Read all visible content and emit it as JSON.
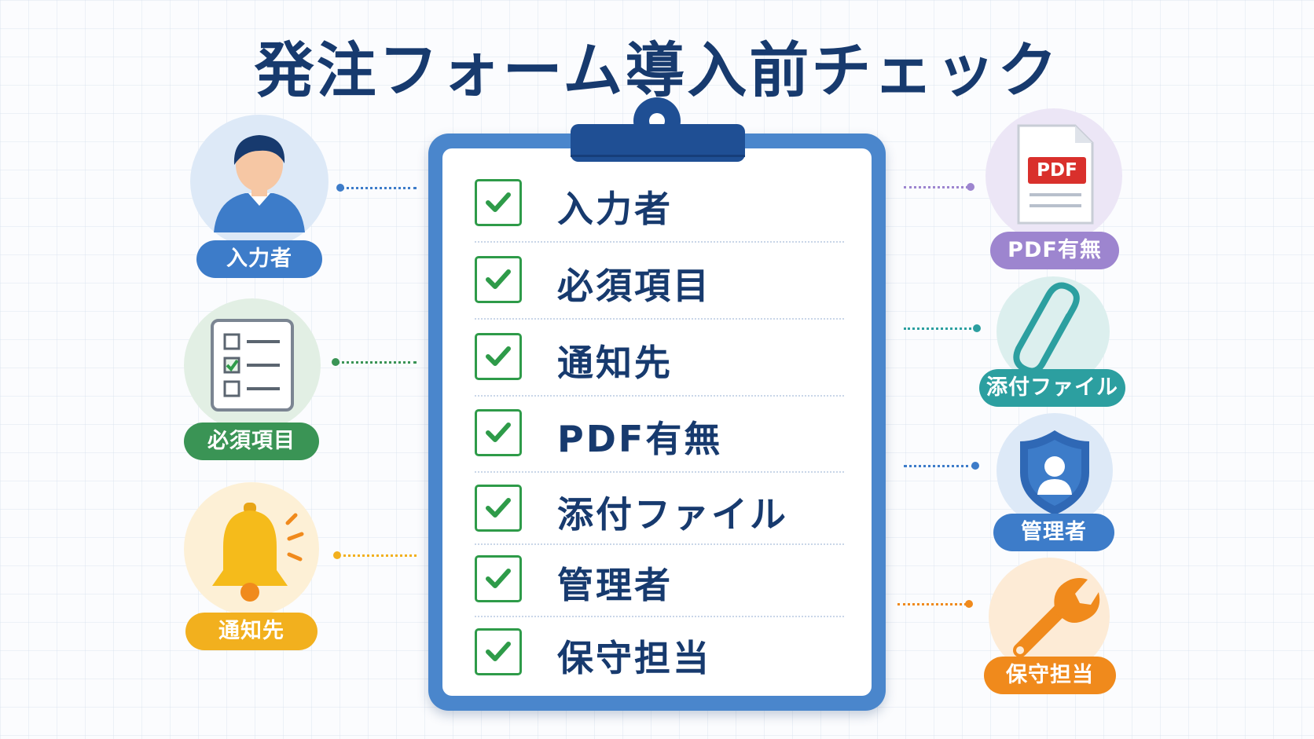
{
  "title": "発注フォーム導入前チェック",
  "checklist": [
    {
      "label": "入力者",
      "checked": true
    },
    {
      "label": "必須項目",
      "checked": true
    },
    {
      "label": "通知先",
      "checked": true
    },
    {
      "label": "PDF有無",
      "checked": true
    },
    {
      "label": "添付ファイル",
      "checked": true
    },
    {
      "label": "管理者",
      "checked": true
    },
    {
      "label": "保守担当",
      "checked": true
    }
  ],
  "left_items": [
    {
      "label": "入力者",
      "icon": "user-icon",
      "color": "#3d7cc9"
    },
    {
      "label": "必須項目",
      "icon": "checklist-icon",
      "color": "#3a9455"
    },
    {
      "label": "通知先",
      "icon": "bell-icon",
      "color": "#f2b01e"
    }
  ],
  "right_items": [
    {
      "label": "PDF有無",
      "icon": "pdf-document-icon",
      "color": "#9d85cf"
    },
    {
      "label": "添付ファイル",
      "icon": "paperclip-icon",
      "color": "#2c9fa0"
    },
    {
      "label": "管理者",
      "icon": "shield-user-icon",
      "color": "#3d7cc9"
    },
    {
      "label": "保守担当",
      "icon": "wrench-icon",
      "color": "#f08a1c"
    }
  ],
  "pdf_badge": "PDF"
}
